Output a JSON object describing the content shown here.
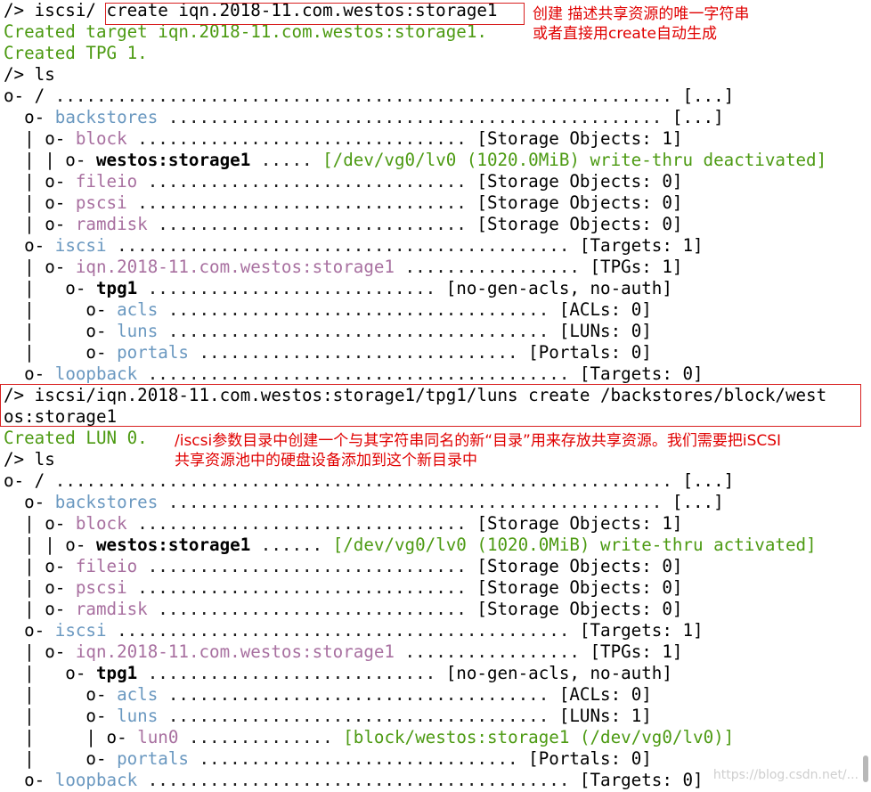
{
  "colors": {
    "dir_blue": "#6a98c0",
    "dir_pink": "#a870a0",
    "info_green": "#4c9a12",
    "annotation_red": "#e00000"
  },
  "terminal": {
    "lines": [
      [
        {
          "t": "/> iscsi/ create iqn.2018-11.com.westos:storage1",
          "s": "txt"
        }
      ],
      [
        {
          "t": "Created target iqn.2018-11.com.westos:storage1.",
          "s": "gr"
        }
      ],
      [
        {
          "t": "Created TPG 1.",
          "s": "gr"
        }
      ],
      [
        {
          "t": "/> ls",
          "s": "txt"
        }
      ],
      [
        {
          "t": "o- / ",
          "s": "txt"
        },
        {
          "t": "............................................................ ",
          "s": "dots"
        },
        {
          "t": "[...]",
          "s": "txt"
        }
      ],
      [
        {
          "t": "  o- ",
          "s": "txt"
        },
        {
          "t": "backstores",
          "s": "bk"
        },
        {
          "t": " ................................................ ",
          "s": "dots"
        },
        {
          "t": "[...]",
          "s": "txt"
        }
      ],
      [
        {
          "t": "  | o- ",
          "s": "txt"
        },
        {
          "t": "block",
          "s": "pk"
        },
        {
          "t": " ................................ ",
          "s": "dots"
        },
        {
          "t": "[Storage Objects: 1]",
          "s": "txt"
        }
      ],
      [
        {
          "t": "  | | o- ",
          "s": "txt"
        },
        {
          "t": "westos:storage1",
          "s": "bold"
        },
        {
          "t": " ..... ",
          "s": "dots"
        },
        {
          "t": "[/dev/vg0/lv0 (1020.0MiB) write-thru deactivated]",
          "s": "gr"
        }
      ],
      [
        {
          "t": "  | o- ",
          "s": "txt"
        },
        {
          "t": "fileio",
          "s": "pk"
        },
        {
          "t": " ............................... ",
          "s": "dots"
        },
        {
          "t": "[Storage Objects: 0]",
          "s": "txt"
        }
      ],
      [
        {
          "t": "  | o- ",
          "s": "txt"
        },
        {
          "t": "pscsi",
          "s": "pk"
        },
        {
          "t": " ................................ ",
          "s": "dots"
        },
        {
          "t": "[Storage Objects: 0]",
          "s": "txt"
        }
      ],
      [
        {
          "t": "  | o- ",
          "s": "txt"
        },
        {
          "t": "ramdisk",
          "s": "pk"
        },
        {
          "t": " .............................. ",
          "s": "dots"
        },
        {
          "t": "[Storage Objects: 0]",
          "s": "txt"
        }
      ],
      [
        {
          "t": "  o- ",
          "s": "txt"
        },
        {
          "t": "iscsi",
          "s": "bk"
        },
        {
          "t": " ............................................ ",
          "s": "dots"
        },
        {
          "t": "[Targets: 1]",
          "s": "txt"
        }
      ],
      [
        {
          "t": "  | o- ",
          "s": "txt"
        },
        {
          "t": "iqn.2018-11.com.westos:storage1",
          "s": "pk"
        },
        {
          "t": " ................. ",
          "s": "dots"
        },
        {
          "t": "[TPGs: 1]",
          "s": "txt"
        }
      ],
      [
        {
          "t": "  |   o- ",
          "s": "txt"
        },
        {
          "t": "tpg1",
          "s": "bold"
        },
        {
          "t": " ............................ ",
          "s": "dots"
        },
        {
          "t": "[no-gen-acls, no-auth]",
          "s": "txt"
        }
      ],
      [
        {
          "t": "  |     o- ",
          "s": "txt"
        },
        {
          "t": "acls",
          "s": "bk"
        },
        {
          "t": " ..................................... ",
          "s": "dots"
        },
        {
          "t": "[ACLs: 0]",
          "s": "txt"
        }
      ],
      [
        {
          "t": "  |     o- ",
          "s": "txt"
        },
        {
          "t": "luns",
          "s": "bk"
        },
        {
          "t": " ..................................... ",
          "s": "dots"
        },
        {
          "t": "[LUNs: 0]",
          "s": "txt"
        }
      ],
      [
        {
          "t": "  |     o- ",
          "s": "txt"
        },
        {
          "t": "portals",
          "s": "bk"
        },
        {
          "t": " ............................... ",
          "s": "dots"
        },
        {
          "t": "[Portals: 0]",
          "s": "txt"
        }
      ],
      [
        {
          "t": "  o- ",
          "s": "txt"
        },
        {
          "t": "loopback",
          "s": "bk"
        },
        {
          "t": " ......................................... ",
          "s": "dots"
        },
        {
          "t": "[Targets: 0]",
          "s": "txt"
        }
      ],
      [
        {
          "t": "/> iscsi/iqn.2018-11.com.westos:storage1/tpg1/luns create /backstores/block/west",
          "s": "txt"
        }
      ],
      [
        {
          "t": "os:storage1",
          "s": "txt"
        }
      ],
      [
        {
          "t": "Created LUN 0.",
          "s": "gr"
        }
      ],
      [
        {
          "t": "/> ls",
          "s": "txt"
        }
      ],
      [
        {
          "t": "o- / ",
          "s": "txt"
        },
        {
          "t": "............................................................ ",
          "s": "dots"
        },
        {
          "t": "[...]",
          "s": "txt"
        }
      ],
      [
        {
          "t": "  o- ",
          "s": "txt"
        },
        {
          "t": "backstores",
          "s": "bk"
        },
        {
          "t": " ................................................ ",
          "s": "dots"
        },
        {
          "t": "[...]",
          "s": "txt"
        }
      ],
      [
        {
          "t": "  | o- ",
          "s": "txt"
        },
        {
          "t": "block",
          "s": "pk"
        },
        {
          "t": " ................................ ",
          "s": "dots"
        },
        {
          "t": "[Storage Objects: 1]",
          "s": "txt"
        }
      ],
      [
        {
          "t": "  | | o- ",
          "s": "txt"
        },
        {
          "t": "westos:storage1",
          "s": "bold"
        },
        {
          "t": " ...... ",
          "s": "dots"
        },
        {
          "t": "[/dev/vg0/lv0 (1020.0MiB) write-thru activated]",
          "s": "gr"
        }
      ],
      [
        {
          "t": "  | o- ",
          "s": "txt"
        },
        {
          "t": "fileio",
          "s": "pk"
        },
        {
          "t": " ............................... ",
          "s": "dots"
        },
        {
          "t": "[Storage Objects: 0]",
          "s": "txt"
        }
      ],
      [
        {
          "t": "  | o- ",
          "s": "txt"
        },
        {
          "t": "pscsi",
          "s": "pk"
        },
        {
          "t": " ................................ ",
          "s": "dots"
        },
        {
          "t": "[Storage Objects: 0]",
          "s": "txt"
        }
      ],
      [
        {
          "t": "  | o- ",
          "s": "txt"
        },
        {
          "t": "ramdisk",
          "s": "pk"
        },
        {
          "t": " .............................. ",
          "s": "dots"
        },
        {
          "t": "[Storage Objects: 0]",
          "s": "txt"
        }
      ],
      [
        {
          "t": "  o- ",
          "s": "txt"
        },
        {
          "t": "iscsi",
          "s": "bk"
        },
        {
          "t": " ............................................ ",
          "s": "dots"
        },
        {
          "t": "[Targets: 1]",
          "s": "txt"
        }
      ],
      [
        {
          "t": "  | o- ",
          "s": "txt"
        },
        {
          "t": "iqn.2018-11.com.westos:storage1",
          "s": "pk"
        },
        {
          "t": " ................. ",
          "s": "dots"
        },
        {
          "t": "[TPGs: 1]",
          "s": "txt"
        }
      ],
      [
        {
          "t": "  |   o- ",
          "s": "txt"
        },
        {
          "t": "tpg1",
          "s": "bold"
        },
        {
          "t": " ............................ ",
          "s": "dots"
        },
        {
          "t": "[no-gen-acls, no-auth]",
          "s": "txt"
        }
      ],
      [
        {
          "t": "  |     o- ",
          "s": "txt"
        },
        {
          "t": "acls",
          "s": "bk"
        },
        {
          "t": " ..................................... ",
          "s": "dots"
        },
        {
          "t": "[ACLs: 0]",
          "s": "txt"
        }
      ],
      [
        {
          "t": "  |     o- ",
          "s": "txt"
        },
        {
          "t": "luns",
          "s": "bk"
        },
        {
          "t": " ..................................... ",
          "s": "dots"
        },
        {
          "t": "[LUNs: 1]",
          "s": "txt"
        }
      ],
      [
        {
          "t": "  |     | o- ",
          "s": "txt"
        },
        {
          "t": "lun0",
          "s": "pk"
        },
        {
          "t": " .............. ",
          "s": "dots"
        },
        {
          "t": "[block/westos:storage1 (/dev/vg0/lv0)]",
          "s": "gr"
        }
      ],
      [
        {
          "t": "  |     o- ",
          "s": "txt"
        },
        {
          "t": "portals",
          "s": "bk"
        },
        {
          "t": " ............................... ",
          "s": "dots"
        },
        {
          "t": "[Portals: 0]",
          "s": "txt"
        }
      ],
      [
        {
          "t": "  o- ",
          "s": "txt"
        },
        {
          "t": "loopback",
          "s": "bk"
        },
        {
          "t": " ......................................... ",
          "s": "dots"
        },
        {
          "t": "[Targets: 0]",
          "s": "txt"
        }
      ]
    ]
  },
  "annotations": {
    "note1_line1": "创建 描述共享资源的唯一字符串",
    "note1_line2": "或者直接用create自动生成",
    "note2_line1": "/iscsi参数目录中创建一个与其字符串同名的新“目录”用来存放共享资源。我们需要把iSCSI",
    "note2_line2": "共享资源池中的硬盘设备添加到这个新目录中"
  },
  "watermark": "https://blog.csdn.net/..."
}
